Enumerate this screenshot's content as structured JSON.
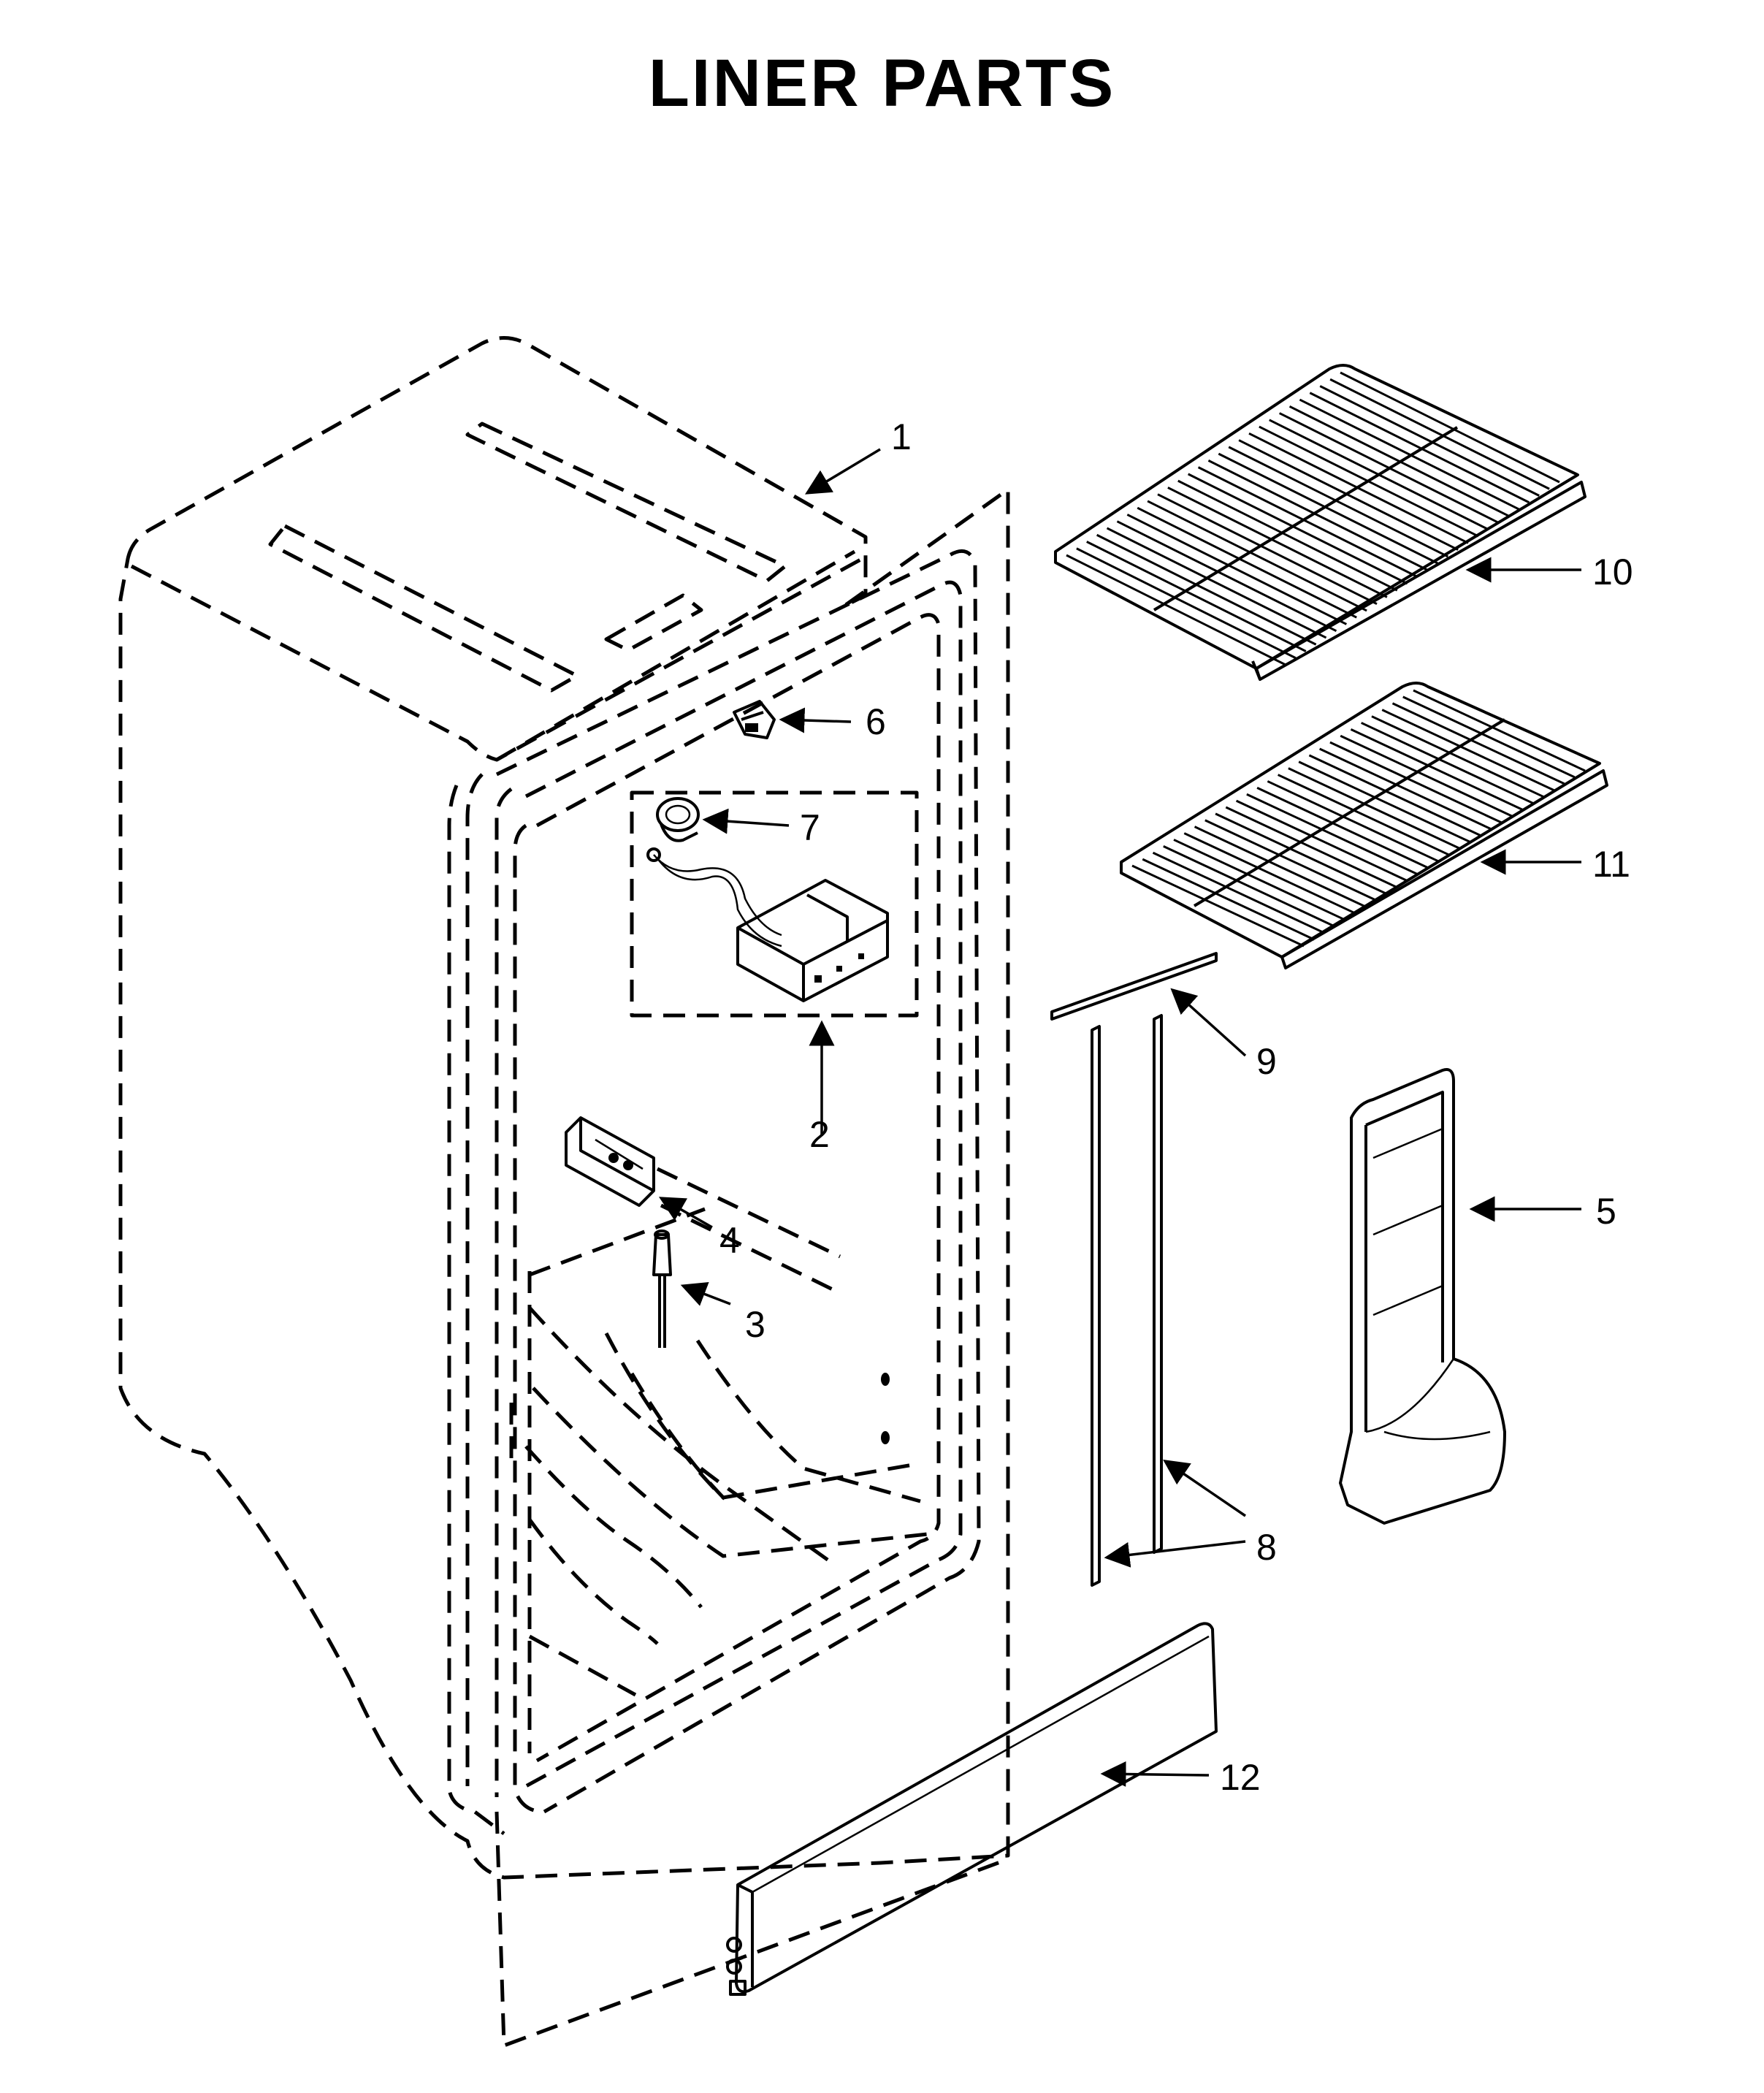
{
  "title": "LINER PARTS",
  "callouts": {
    "c1": "1",
    "c2": "2",
    "c3": "3",
    "c4": "4",
    "c5": "5",
    "c6": "6",
    "c7": "7",
    "c8": "8",
    "c9": "9",
    "c10": "10",
    "c11": "11",
    "c12": "12"
  }
}
